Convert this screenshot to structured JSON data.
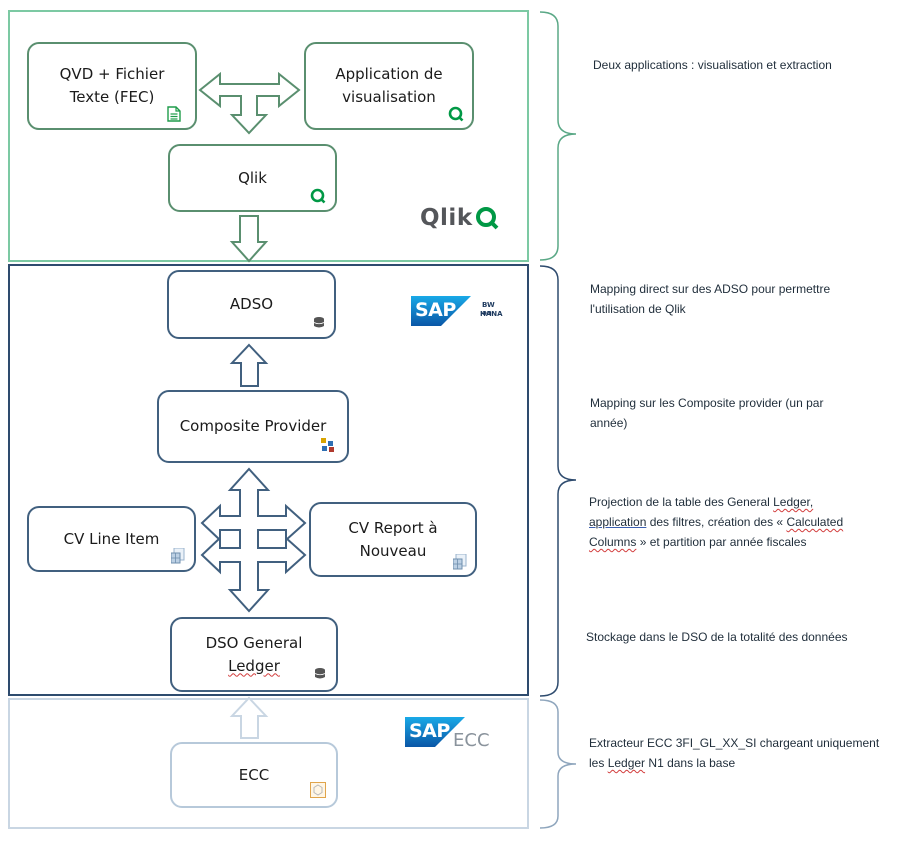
{
  "layers": {
    "qlik": {
      "boxes": {
        "qvd": "QVD + Fichier\nTexte (FEC)",
        "app": "Application de\nvisualisation",
        "qlik": "Qlik"
      },
      "logo": "Qlik",
      "note": "Deux applications : visualisation et extraction"
    },
    "sap": {
      "boxes": {
        "adso": "ADSO",
        "composite": "Composite Provider",
        "cv_line": "CV Line Item",
        "cv_report": "CV Report à\nNouveau",
        "dso": "DSO General",
        "dso2": "Ledger"
      },
      "logo": "SAP",
      "logo_sub1": "BW on",
      "logo_sub2": "HANA",
      "notes": {
        "adso_l1": "Mapping direct sur des ADSO pour permettre",
        "adso_l2": "l'utilisation de Qlik",
        "composite_l1": "Mapping sur les Composite provider (un par",
        "composite_l2": "année)",
        "proj_l1": "Projection de la table des General ",
        "proj_l1b": "Ledger,",
        "proj_l2a": "application",
        "proj_l2b": " des filtres, création des « ",
        "proj_l2c": "Calculated",
        "proj_l3a": "Columns",
        "proj_l3b": " » et partition par année fiscales",
        "dso": "Stockage dans le DSO de la totalité des données"
      }
    },
    "ecc": {
      "boxes": {
        "ecc": "ECC"
      },
      "logo": "SAP",
      "logo_suffix": "ECC",
      "note_l1": "Extracteur ECC 3FI_GL_XX_SI chargeant uniquement",
      "note_l2a": "les ",
      "note_l2b": "Ledger",
      "note_l2c": " N1 dans la base"
    }
  },
  "colors": {
    "qlik_zone": "#7cc9a3",
    "sap_zone": "#2e4b6e",
    "ecc_zone": "#c9d6e3",
    "qlik_box": "#5a8f6f",
    "sap_box": "#41607f",
    "ecc_box": "#b7c9da",
    "qlik_green": "#009845",
    "sap_blue": "#0a6ed1"
  },
  "icons": [
    "document-icon",
    "qlik-icon",
    "database-icon",
    "composite-icon",
    "calc-view-icon",
    "extractor-icon"
  ]
}
